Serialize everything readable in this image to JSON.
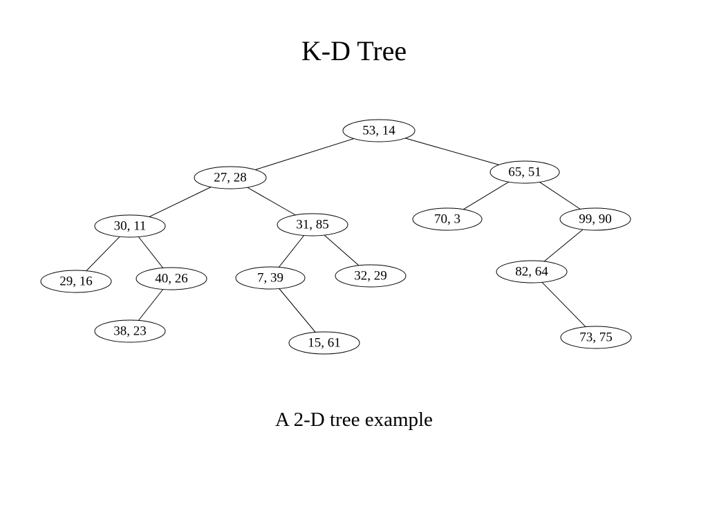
{
  "title": "K-D Tree",
  "caption": "A 2-D tree example",
  "tree": {
    "nodes": [
      {
        "id": "n53_14",
        "label": "53, 14"
      },
      {
        "id": "n27_28",
        "label": "27, 28"
      },
      {
        "id": "n65_51",
        "label": "65, 51"
      },
      {
        "id": "n30_11",
        "label": "30, 11"
      },
      {
        "id": "n31_85",
        "label": "31, 85"
      },
      {
        "id": "n70_3",
        "label": "70, 3"
      },
      {
        "id": "n99_90",
        "label": "99, 90"
      },
      {
        "id": "n29_16",
        "label": "29, 16"
      },
      {
        "id": "n40_26",
        "label": "40, 26"
      },
      {
        "id": "n7_39",
        "label": "7, 39"
      },
      {
        "id": "n32_29",
        "label": "32, 29"
      },
      {
        "id": "n82_64",
        "label": "82, 64"
      },
      {
        "id": "n38_23",
        "label": "38, 23"
      },
      {
        "id": "n15_61",
        "label": "15, 61"
      },
      {
        "id": "n73_75",
        "label": "73, 75"
      }
    ],
    "edges": [
      {
        "from": "n53_14",
        "to": "n27_28"
      },
      {
        "from": "n53_14",
        "to": "n65_51"
      },
      {
        "from": "n27_28",
        "to": "n30_11"
      },
      {
        "from": "n27_28",
        "to": "n31_85"
      },
      {
        "from": "n65_51",
        "to": "n70_3"
      },
      {
        "from": "n65_51",
        "to": "n99_90"
      },
      {
        "from": "n30_11",
        "to": "n29_16"
      },
      {
        "from": "n30_11",
        "to": "n40_26"
      },
      {
        "from": "n31_85",
        "to": "n7_39"
      },
      {
        "from": "n31_85",
        "to": "n32_29"
      },
      {
        "from": "n99_90",
        "to": "n82_64"
      },
      {
        "from": "n40_26",
        "to": "n38_23"
      },
      {
        "from": "n7_39",
        "to": "n15_61"
      },
      {
        "from": "n82_64",
        "to": "n73_75"
      }
    ]
  }
}
